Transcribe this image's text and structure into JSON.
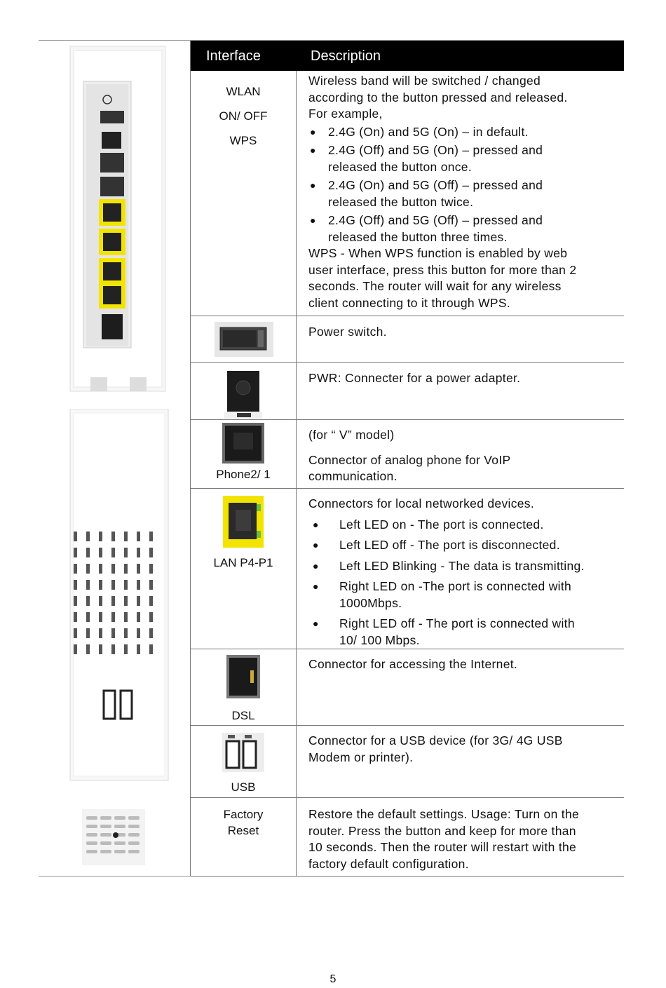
{
  "table": {
    "headers": {
      "interface": "Interface",
      "description": "Description"
    },
    "rows": [
      {
        "interface_lines": [
          "WLAN",
          "ON/ OFF",
          "WPS"
        ],
        "intro": [
          "Wireless band will be switched / changed",
          "according to the button pressed and released.",
          "For example,"
        ],
        "bullets": [
          [
            "2.4G (On) and 5G (On) – in default."
          ],
          [
            "2.4G (Off) and 5G (On) – pressed and",
            "released the button once."
          ],
          [
            "2.4G (On) and 5G (Off) – pressed and",
            "released the button twice."
          ],
          [
            "2.4G (Off) and 5G (Off) – pressed and",
            "released the button three times."
          ]
        ],
        "outro": [
          "WPS - When WPS function is enabled by web",
          "user interface, press this button for more than 2",
          "seconds. The router will wait for any wireless",
          "client connecting to it through WPS."
        ]
      },
      {
        "description": "Power switch."
      },
      {
        "description": "PWR: Connecter for a power adapter."
      },
      {
        "interface": "Phone2/ 1",
        "note": "(for “ V” model)",
        "description_lines": [
          "Connector of analog phone for VoIP",
          "communication."
        ]
      },
      {
        "interface": "LAN P4-P1",
        "intro": "Connectors for local networked devices.",
        "bullets": [
          [
            "Left LED on - The port is connected."
          ],
          [
            "Left LED off - The port is disconnected."
          ],
          [
            "Left LED Blinking - The data is transmitting."
          ],
          [
            "Right LED on -The port is connected with",
            "1000Mbps."
          ],
          [
            "Right LED off - The port is connected with",
            "10/ 100 Mbps."
          ]
        ]
      },
      {
        "interface": "DSL",
        "description": "Connector for accessing the Internet."
      },
      {
        "interface": "USB",
        "description_lines": [
          "Connector for a USB device (for 3G/ 4G USB",
          "Modem or printer)."
        ]
      },
      {
        "interface_lines": [
          "Factory",
          "Reset"
        ],
        "description_lines": [
          "Restore the default settings. Usage: Turn on the",
          "router. Press the button and keep for more than",
          "10 seconds. Then the router will restart with the",
          "factory default configuration."
        ]
      }
    ]
  },
  "page_number": "5",
  "colors": {
    "header_bg": "#000000",
    "lan_port_yellow": "#f2e400"
  }
}
